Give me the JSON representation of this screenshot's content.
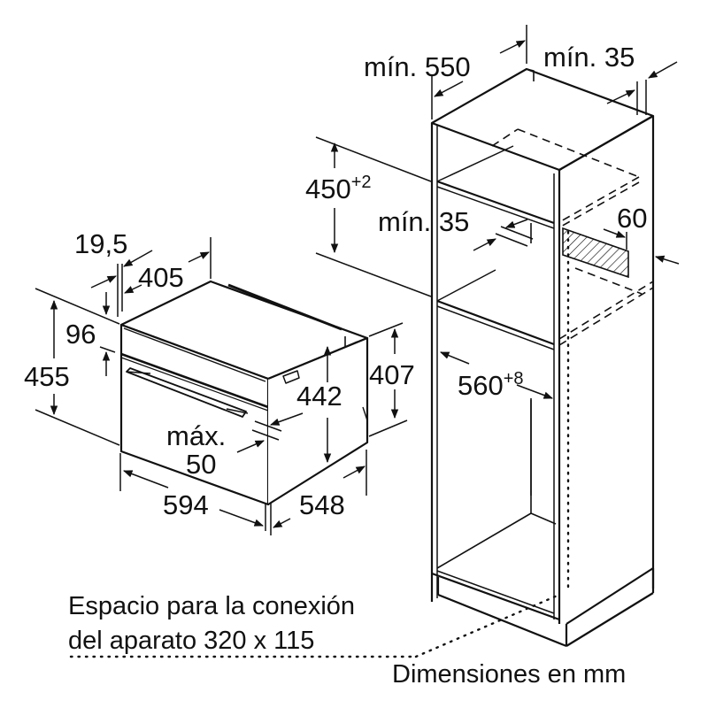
{
  "diagram": {
    "type": "installation-dimension-drawing",
    "subject": "built-in compact oven into tall cabinet",
    "line_color": "#111111",
    "background": "#ffffff",
    "appliance_dimensions": {
      "top_offset": "19,5",
      "top_depth": "405",
      "panel_height": "96",
      "total_height": "455",
      "body_height": "442",
      "side_height": "407",
      "gap_label_line1": "máx.",
      "gap_label_line2": "50",
      "width": "594",
      "depth": "548"
    },
    "cabinet_dimensions": {
      "depth_min": "mín. 550",
      "rear_gap_min": "mín. 35",
      "niche_height_base": "450",
      "niche_height_tol": "+2",
      "shelf_gap_min": "mín. 35",
      "vent_depth": "60",
      "niche_width_base": "560",
      "niche_width_tol": "+8"
    },
    "notes": {
      "connection_space_line1": "Espacio para la conexión",
      "connection_space_line2": "del aparato 320 x 115",
      "units": "Dimensiones en mm"
    }
  }
}
